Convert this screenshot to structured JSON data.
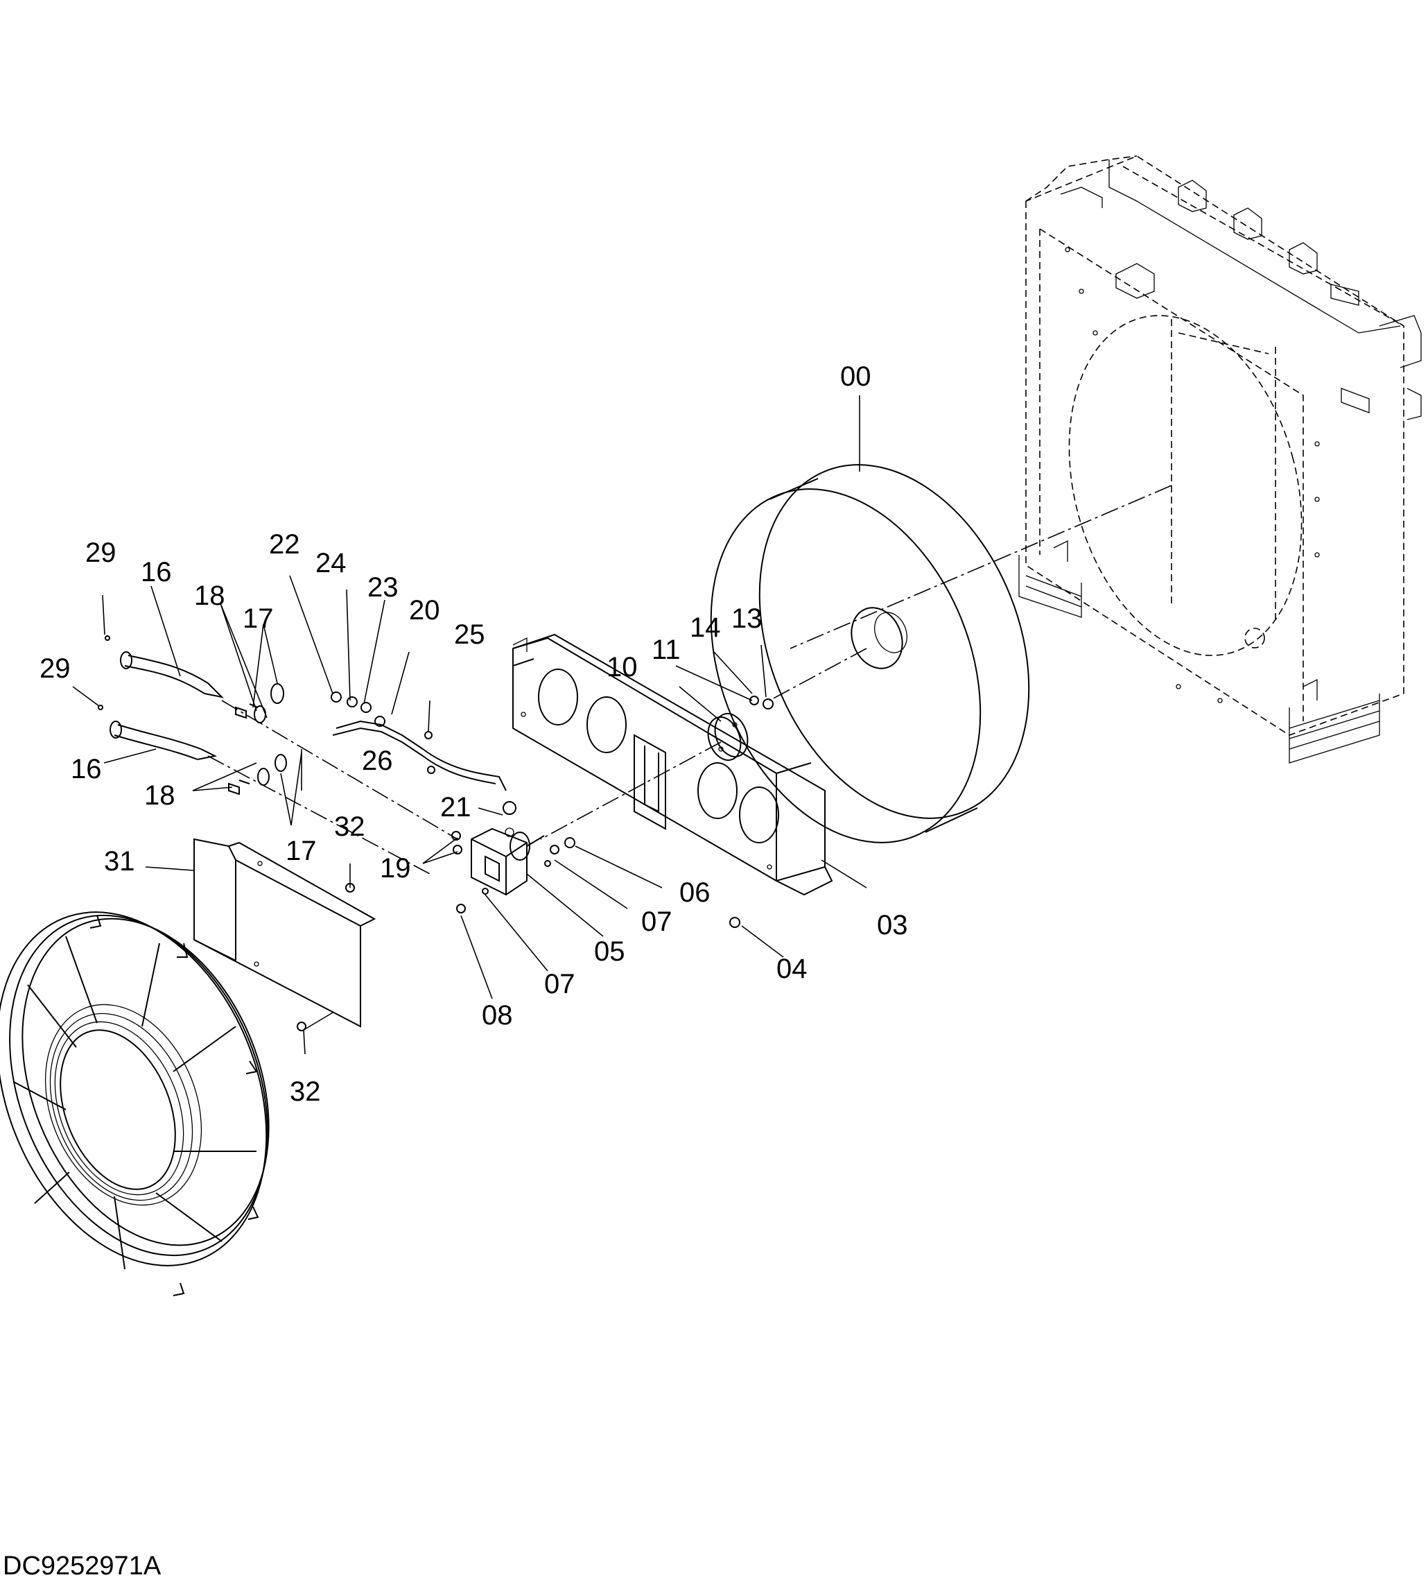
{
  "document_id": "DC9252971A",
  "callouts": [
    {
      "id": "c00",
      "text": "00"
    },
    {
      "id": "c03",
      "text": "03"
    },
    {
      "id": "c04",
      "text": "04"
    },
    {
      "id": "c05",
      "text": "05"
    },
    {
      "id": "c06",
      "text": "06"
    },
    {
      "id": "c07a",
      "text": "07"
    },
    {
      "id": "c07b",
      "text": "07"
    },
    {
      "id": "c08",
      "text": "08"
    },
    {
      "id": "c10",
      "text": "10"
    },
    {
      "id": "c11",
      "text": "11"
    },
    {
      "id": "c13",
      "text": "13"
    },
    {
      "id": "c14",
      "text": "14"
    },
    {
      "id": "c16a",
      "text": "16"
    },
    {
      "id": "c16b",
      "text": "16"
    },
    {
      "id": "c17a",
      "text": "17"
    },
    {
      "id": "c17b",
      "text": "17"
    },
    {
      "id": "c18a",
      "text": "18"
    },
    {
      "id": "c18b",
      "text": "18"
    },
    {
      "id": "c19",
      "text": "19"
    },
    {
      "id": "c20",
      "text": "20"
    },
    {
      "id": "c21",
      "text": "21"
    },
    {
      "id": "c22",
      "text": "22"
    },
    {
      "id": "c23",
      "text": "23"
    },
    {
      "id": "c24",
      "text": "24"
    },
    {
      "id": "c25",
      "text": "25"
    },
    {
      "id": "c26",
      "text": "26"
    },
    {
      "id": "c29a",
      "text": "29"
    },
    {
      "id": "c29b",
      "text": "29"
    },
    {
      "id": "c31",
      "text": "31"
    },
    {
      "id": "c32a",
      "text": "32"
    },
    {
      "id": "c32b",
      "text": "32"
    }
  ]
}
